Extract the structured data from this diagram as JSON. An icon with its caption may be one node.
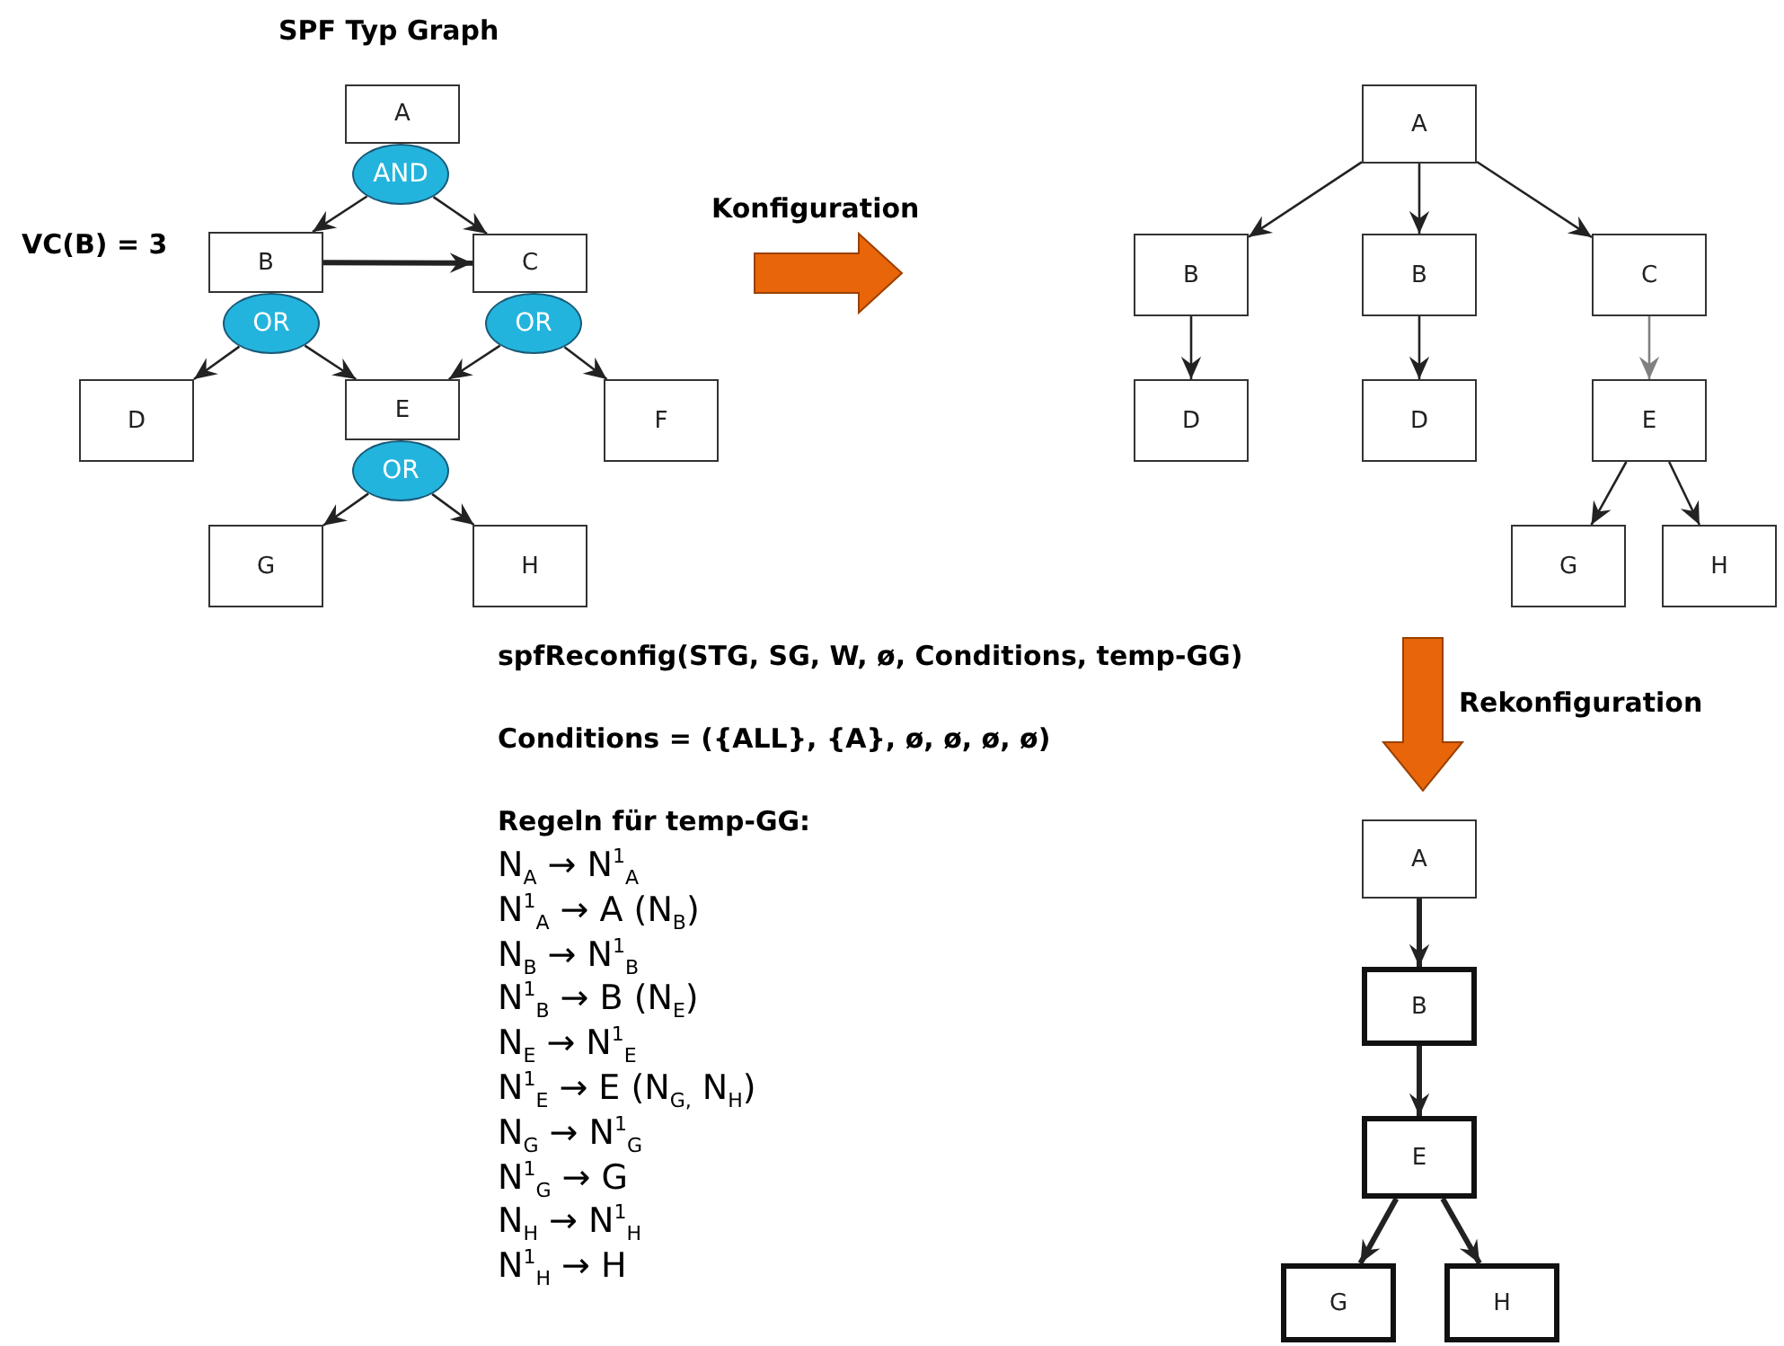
{
  "diagram": {
    "nodes": [
      {
        "text": [
          "A"
        ]
      },
      {
        "text": [
          "AND"
        ]
      },
      {
        "text": [
          "B"
        ]
      },
      {
        "text": [
          "OR"
        ]
      },
      {
        "text": [
          "C"
        ]
      },
      {
        "text": [
          "OR"
        ]
      },
      {
        "text": [
          "D"
        ]
      },
      {
        "text": [
          "E"
        ]
      },
      {
        "text": [
          "OR"
        ]
      },
      {
        "text": [
          "F"
        ]
      },
      {
        "text": [
          "G"
        ]
      },
      {
        "text": [
          "H"
        ]
      },
      {
        "text": [
          "A"
        ]
      },
      {
        "text": [
          "B"
        ]
      },
      {
        "text": [
          "B"
        ]
      },
      {
        "text": [
          "C"
        ]
      },
      {
        "text": [
          "D"
        ]
      },
      {
        "text": [
          "D"
        ]
      },
      {
        "text": [
          "E"
        ]
      },
      {
        "text": [
          "G"
        ]
      },
      {
        "text": [
          "H"
        ]
      },
      {
        "text": [
          "A"
        ]
      },
      {
        "text": [
          "B"
        ]
      },
      {
        "text": [
          "E"
        ]
      },
      {
        "text": [
          "G"
        ]
      },
      {
        "text": [
          "H"
        ]
      }
    ],
    "edges": [
      {
        "from": 1,
        "to": 2,
        "arrow": "to"
      },
      {
        "from": 1,
        "to": 4,
        "arrow": "to"
      },
      {
        "from": 2,
        "to": 4,
        "arrow": "to",
        "style": "thick"
      },
      {
        "from": 3,
        "to": 6,
        "arrow": "to"
      },
      {
        "from": 3,
        "to": 7,
        "arrow": "to"
      },
      {
        "from": 5,
        "to": 7,
        "arrow": "to"
      },
      {
        "from": 5,
        "to": 9,
        "arrow": "to"
      },
      {
        "from": 8,
        "to": 10,
        "arrow": "to"
      },
      {
        "from": 8,
        "to": 11,
        "arrow": "to"
      },
      {
        "from": 12,
        "to": 13,
        "arrow": "to"
      },
      {
        "from": 12,
        "to": 14,
        "arrow": "to"
      },
      {
        "from": 12,
        "to": 15,
        "arrow": "to"
      },
      {
        "from": 13,
        "to": 16,
        "arrow": "to"
      },
      {
        "from": 14,
        "to": 17,
        "arrow": "to"
      },
      {
        "from": 15,
        "to": 18,
        "arrow": "to",
        "color": "#808080"
      },
      {
        "from": 18,
        "to": 19,
        "arrow": "to"
      },
      {
        "from": 18,
        "to": 20,
        "arrow": "to"
      },
      {
        "from": 21,
        "to": 22,
        "arrow": "to",
        "style": "thick"
      },
      {
        "from": 22,
        "to": 23,
        "arrow": "to",
        "style": "thick"
      },
      {
        "from": 23,
        "to": 24,
        "arrow": "to",
        "style": "thick"
      },
      {
        "from": 23,
        "to": 25,
        "arrow": "to",
        "style": "thick"
      }
    ],
    "labels": [
      "SPF Typ Graph",
      "VC(B) = 3",
      "Konfiguration",
      "spfReconfig(STG, SG, W, ø, Conditions, temp-GG)",
      "Rekonfiguration",
      "Conditions = ({ALL}, {A}, ø, ø, ø, ø)",
      "Regeln für temp-GG:",
      "N$_{A}$ → N$^{1}$$_{A}$",
      "N$^{1}$$_{A}$ → A (N$_{B}$)",
      "N$_{B}$ → N$^{1}$$_{B}$",
      "N$^{1}$$_{B}$ → B (N$_{E}$)",
      "N$_{E}$ → N$^{1}$$_{E}$",
      "N$^{1}$$_{E}$ → E (N$_{G,}$ N$_{H}$)",
      "N$_{G}$ → N$^{1}$$_{G}$",
      "N$^{1}$$_{G}$ → G",
      "N$_{H}$ → N$^{1}$$_{H}$",
      "N$^{1}$$_{H}$ → H"
    ]
  }
}
